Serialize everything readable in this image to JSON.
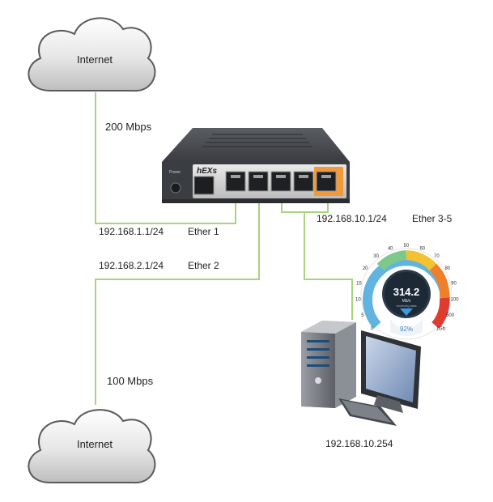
{
  "cloud_top": {
    "label": "Internet"
  },
  "cloud_bottom": {
    "label": "Internet"
  },
  "links": {
    "wan1_speed": "200 Mbps",
    "wan2_speed": "100 Mbps",
    "ether1_ip": "192.168.1.1/24",
    "ether1_name": "Ether 1",
    "ether2_ip": "192.168.2.1/24",
    "ether2_name": "Ether 2",
    "lan_ip": "192.168.10.1/24",
    "lan_ports": "Ether 3-5"
  },
  "router": {
    "model": "hEXs",
    "power_label": "Power"
  },
  "speedometer": {
    "value": "314.2",
    "unit": "Mb/s",
    "sub": "receiving data",
    "percent": "92%",
    "ticks": [
      "0",
      "5",
      "10",
      "15",
      "20",
      "30",
      "40",
      "50",
      "60",
      "70",
      "80",
      "90",
      "100",
      "500",
      "1Gb"
    ]
  },
  "pc": {
    "ip": "192.168.10.254"
  },
  "colors": {
    "link": "#a9d37d",
    "cloud_fill": "#d6d6d6",
    "router_body": "#3c3f43",
    "port_orange": "#f2993a"
  }
}
